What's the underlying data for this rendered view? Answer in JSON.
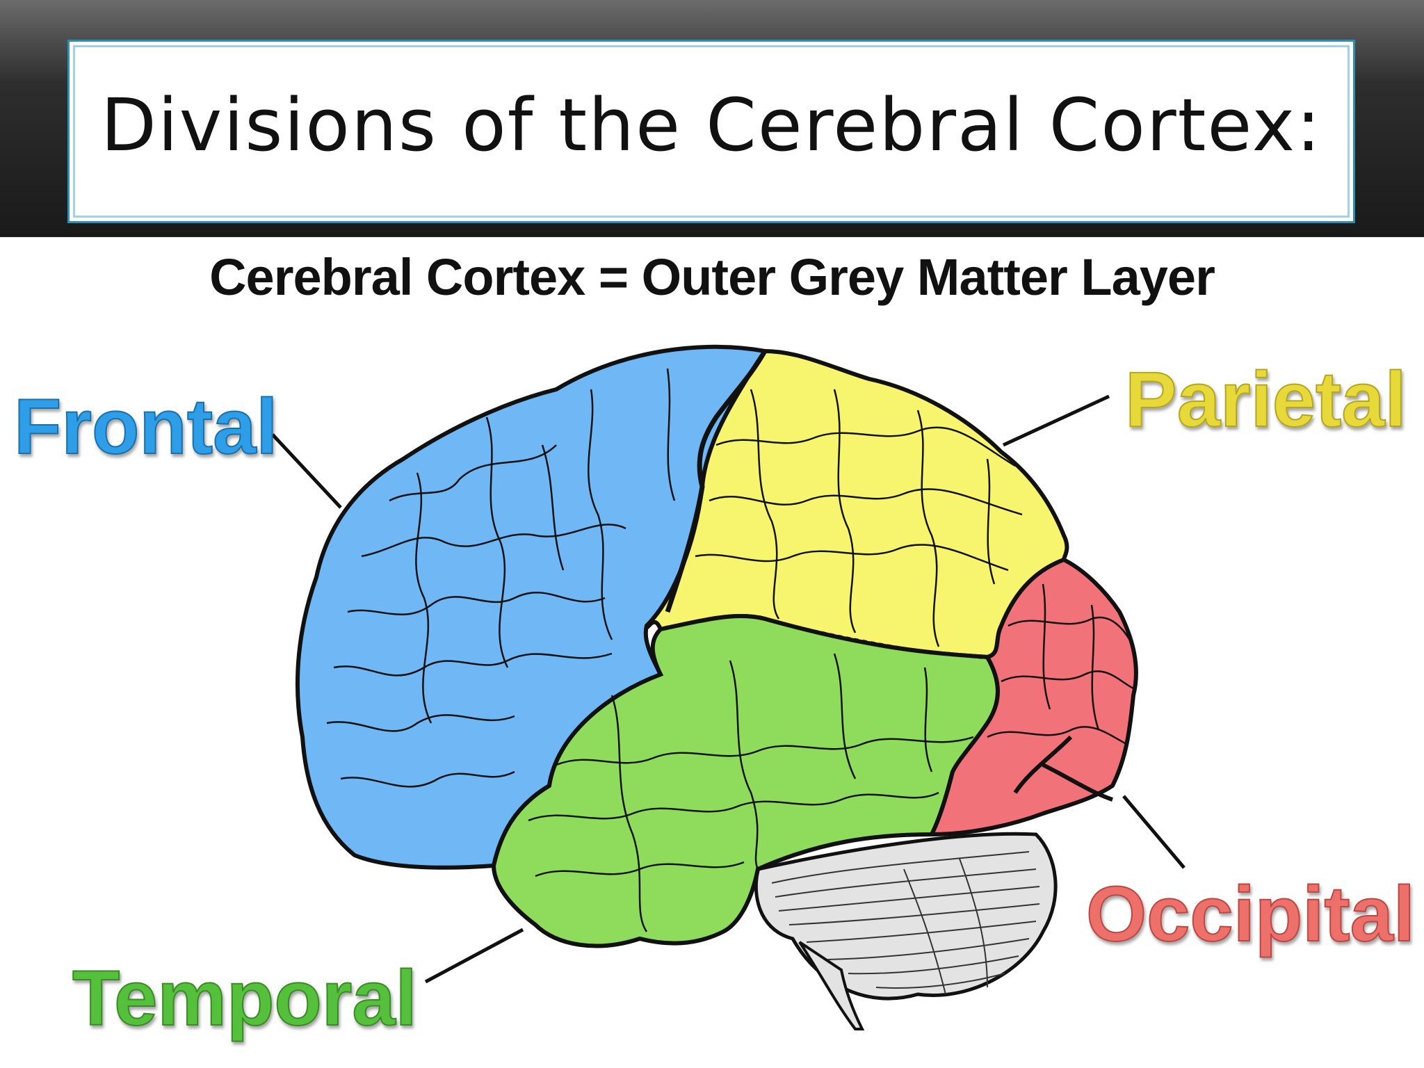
{
  "title": "Divisions of the Cerebral Cortex:",
  "subtitle": "Cerebral Cortex = Outer Grey Matter Layer",
  "labels": {
    "frontal": "Frontal",
    "parietal": "Parietal",
    "temporal": "Temporal",
    "occipital": "Occipital"
  },
  "colors": {
    "frontal": "#6fb8f5",
    "parietal": "#f7f56e",
    "temporal": "#8fdc5c",
    "occipital": "#f2727a",
    "cerebellum": "#e3e3e3",
    "frontal_text": "#2d9ee8",
    "parietal_text": "#e8d93a",
    "temporal_text": "#55c03a",
    "occipital_text": "#ee6f6a",
    "frame": "#2f8fb0"
  }
}
